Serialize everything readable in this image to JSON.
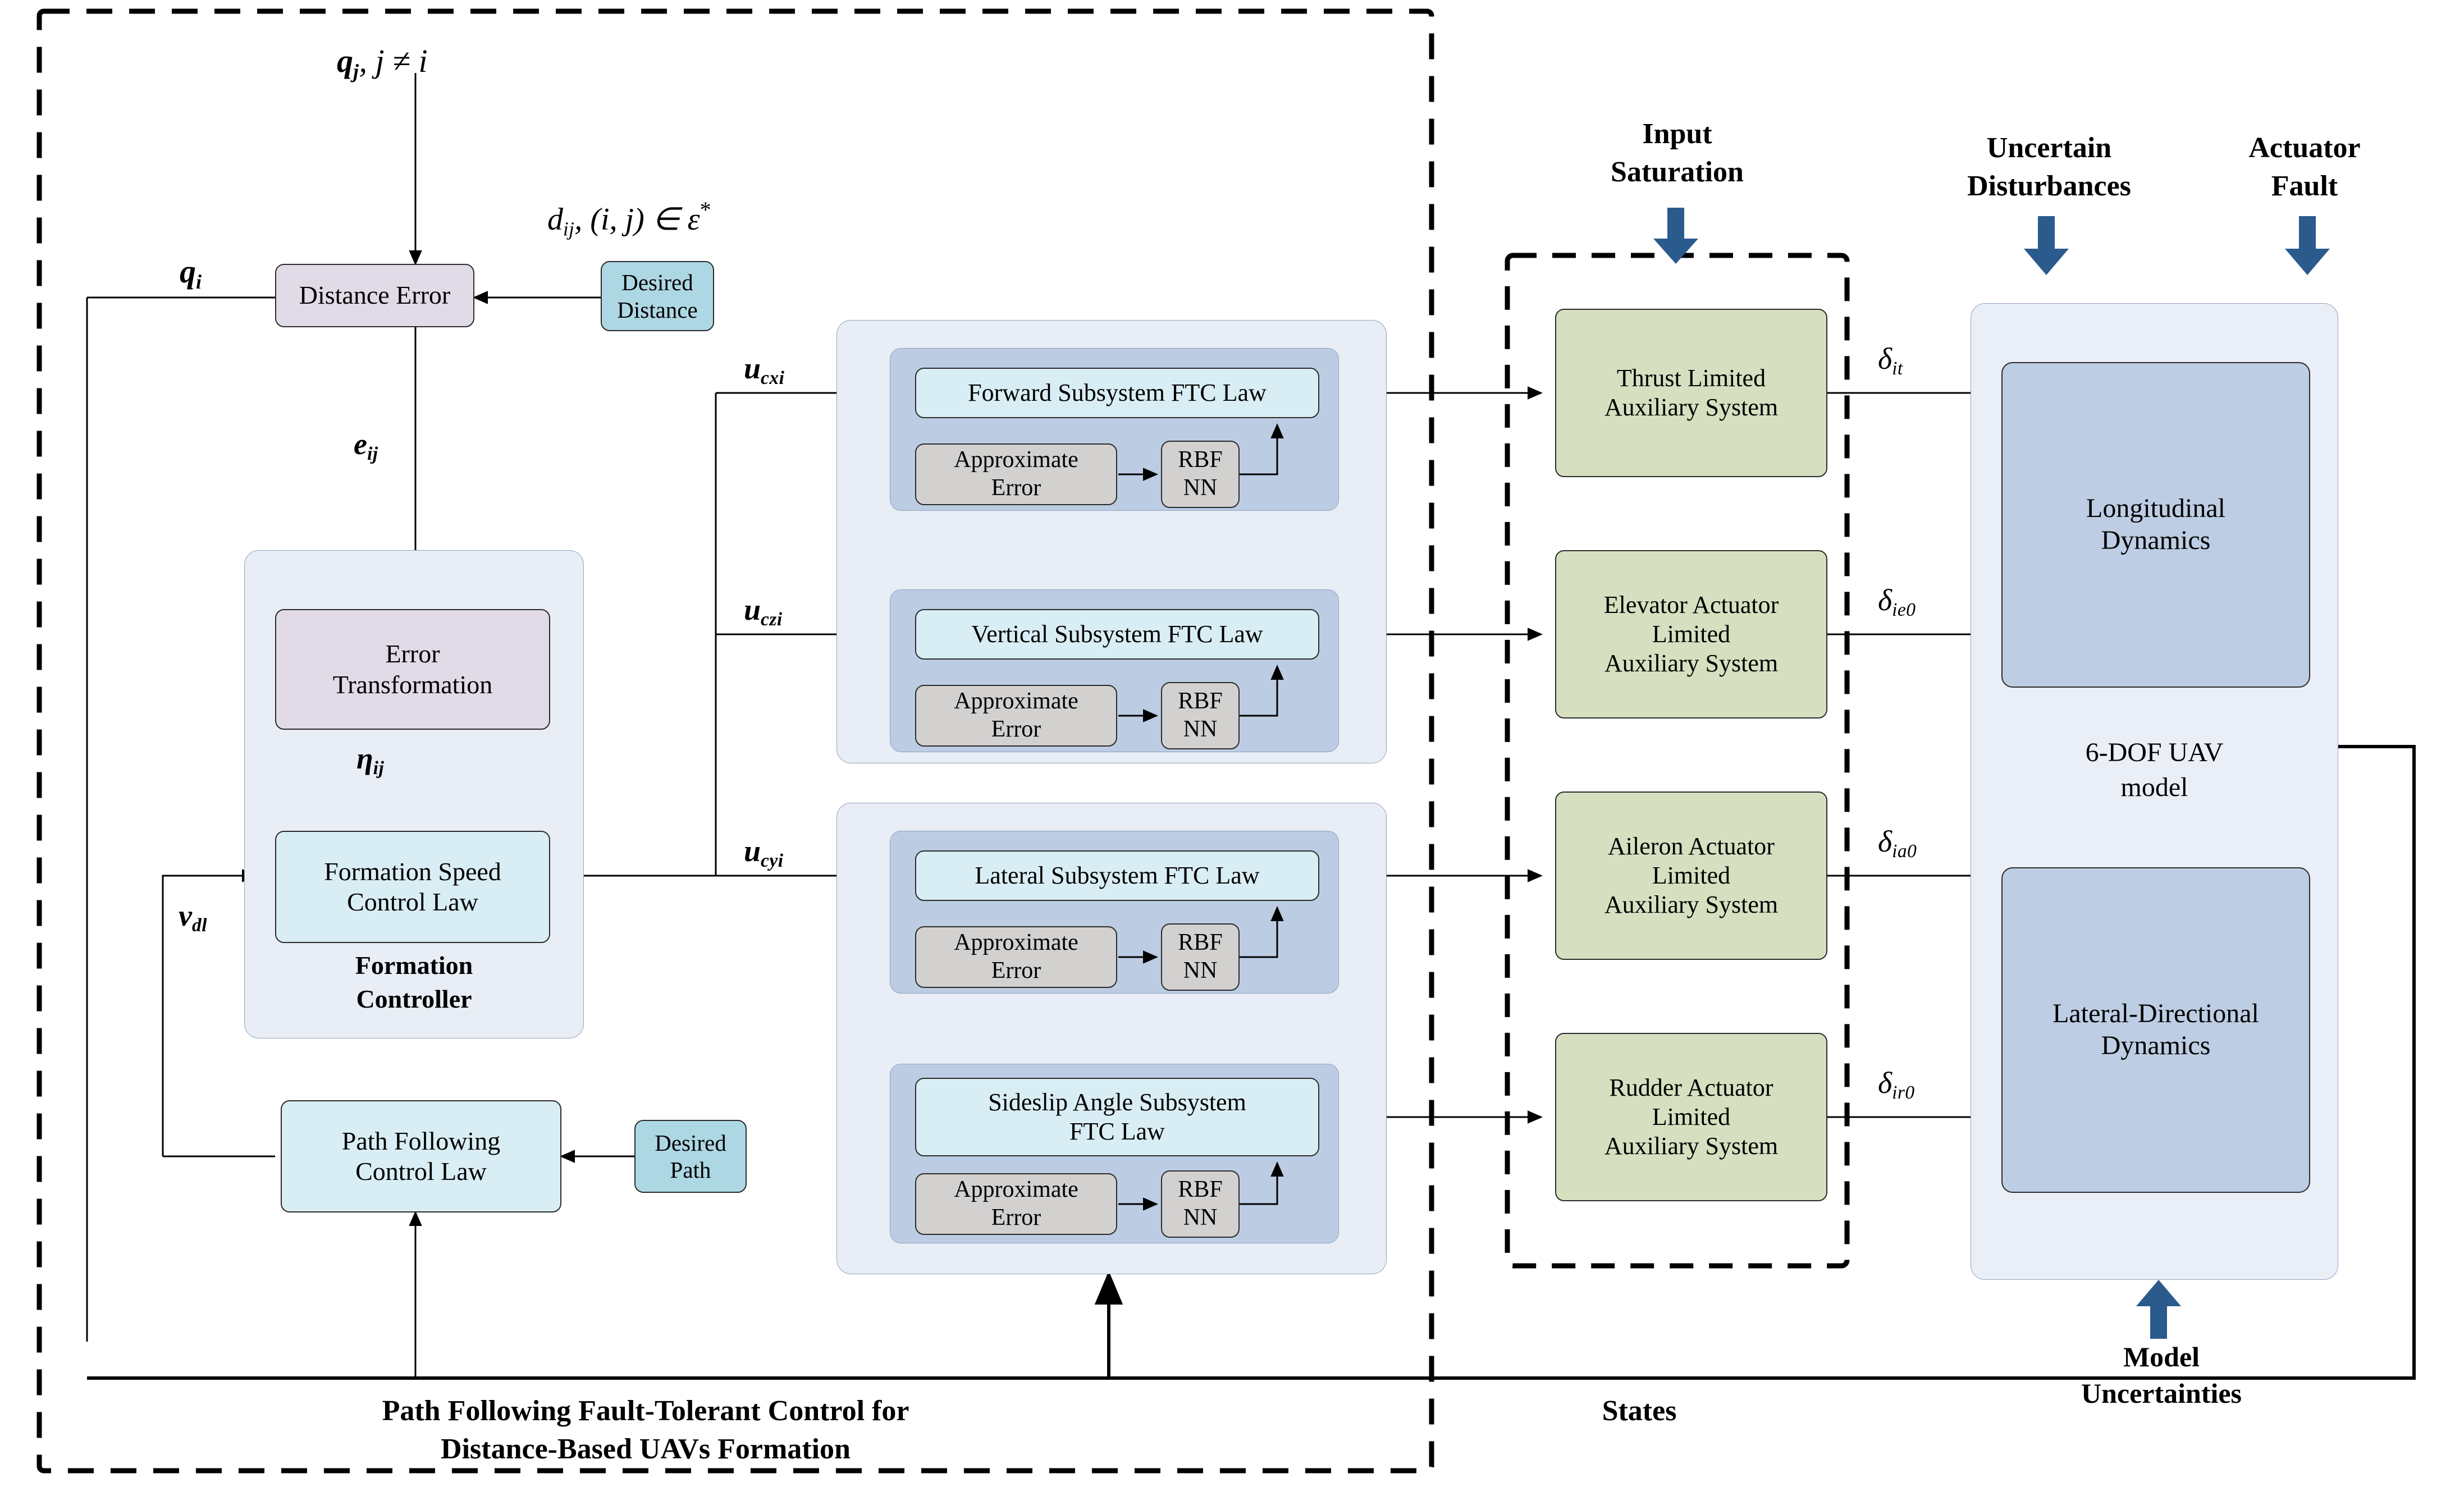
{
  "diagram": {
    "title_caption": "Path Following Fault-Tolerant Control for",
    "title_caption2": "Distance-Based UAVs Formation",
    "states_label": "States"
  },
  "colors": {
    "lavender": "#e1dae7",
    "cyan_light": "#d9eef4",
    "cyan_mid": "#aed7e4",
    "grey": "#d2d1d0",
    "green": "#d6e0c0",
    "outer_panel": "#e8edf6",
    "mid_panel": "#bccde3",
    "steel": "#bdcde3",
    "arrow_blue": "#2b5a8c",
    "stroke": "#2b2b2b"
  },
  "formation": {
    "distance_error": "Distance Error",
    "desired_distance_l1": "Desired",
    "desired_distance_l2": "Distance",
    "error_transformation_l1": "Error",
    "error_transformation_l2": "Transformation",
    "speed_law_l1": "Formation Speed",
    "speed_law_l2": "Control Law",
    "controller_l1": "Formation",
    "controller_l2": "Controller",
    "path_following_l1": "Path Following",
    "path_following_l2": "Control Law",
    "desired_path_l1": "Desired",
    "desired_path_l2": "Path"
  },
  "signals": {
    "qj": "q",
    "qj_sub": "j",
    "qj_cond": ", j ≠ i",
    "qi": "q",
    "qi_sub": "i",
    "dij": "d",
    "dij_sub": "ij",
    "dij_rest": ",  (i, j) ∈ ε",
    "dij_star": "*",
    "eij": "e",
    "eij_sub": "ij",
    "eta_ij": "η",
    "eta_sub": "ij",
    "vdl": "v",
    "vdl_sub": "dl",
    "ucxi": "u",
    "ucxi_sub": "cxi",
    "uczi": "u",
    "uczi_sub": "czi",
    "ucyi": "u",
    "ucyi_sub": "cyi",
    "delta_it": "δ",
    "delta_it_sub": "it",
    "delta_ie0": "δ",
    "delta_ie0_sub": "ie0",
    "delta_ia0": "δ",
    "delta_ia0_sub": "ia0",
    "delta_ir0": "δ",
    "delta_ir0_sub": "ir0"
  },
  "ftc": {
    "group_a": [
      {
        "law": "Forward Subsystem FTC Law",
        "approx_l1": "Approximate",
        "approx_l2": "Error",
        "rbf_l1": "RBF",
        "rbf_l2": "NN"
      },
      {
        "law": "Vertical Subsystem FTC Law",
        "approx_l1": "Approximate",
        "approx_l2": "Error",
        "rbf_l1": "RBF",
        "rbf_l2": "NN"
      }
    ],
    "group_b": [
      {
        "law": "Lateral Subsystem FTC Law",
        "approx_l1": "Approximate",
        "approx_l2": "Error",
        "rbf_l1": "RBF",
        "rbf_l2": "NN"
      },
      {
        "law_l1": "Sideslip Angle Subsystem",
        "law_l2": "FTC Law",
        "approx_l1": "Approximate",
        "approx_l2": "Error",
        "rbf_l1": "RBF",
        "rbf_l2": "NN"
      }
    ]
  },
  "saturation": {
    "header_l1": "Input",
    "header_l2": "Saturation",
    "blocks": [
      {
        "l1": "Thrust Limited",
        "l2": "Auxiliary System",
        "l3": ""
      },
      {
        "l1": "Elevator Actuator",
        "l2": "Limited",
        "l3": "Auxiliary System"
      },
      {
        "l1": "Aileron Actuator",
        "l2": "Limited",
        "l3": "Auxiliary System"
      },
      {
        "l1": "Rudder Actuator",
        "l2": "Limited",
        "l3": "Auxiliary System"
      }
    ]
  },
  "plant": {
    "uncertain_l1": "Uncertain",
    "uncertain_l2": "Disturbances",
    "actuator_l1": "Actuator",
    "actuator_l2": "Fault",
    "longitudinal_l1": "Longitudinal",
    "longitudinal_l2": "Dynamics",
    "model_l1": "6-DOF UAV",
    "model_l2": "model",
    "lateral_l1": "Lateral-Directional",
    "lateral_l2": "Dynamics",
    "model_unc_l1": "Model",
    "model_unc_l2": "Uncertainties"
  }
}
